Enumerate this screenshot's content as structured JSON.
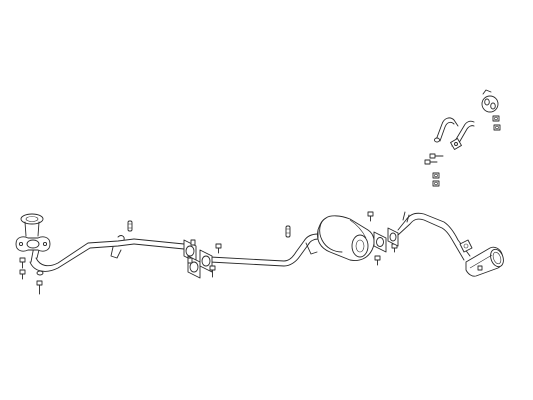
{
  "diagram": {
    "background": "#ffffff",
    "line_color": "#2a2a2a",
    "style": "exploded parts line drawing",
    "parts": [
      "front-pipe",
      "front-flange-gasket",
      "center-pipe",
      "joint-flange-1",
      "joint-flange-2",
      "rubber-hanger-left",
      "rubber-hanger-center",
      "muffler",
      "tail-pipe",
      "tail-tip",
      "hanger-bracket-1",
      "hanger-bracket-2",
      "hanger-rubber-rear",
      "mounting-bolts",
      "mounting-nuts"
    ]
  }
}
